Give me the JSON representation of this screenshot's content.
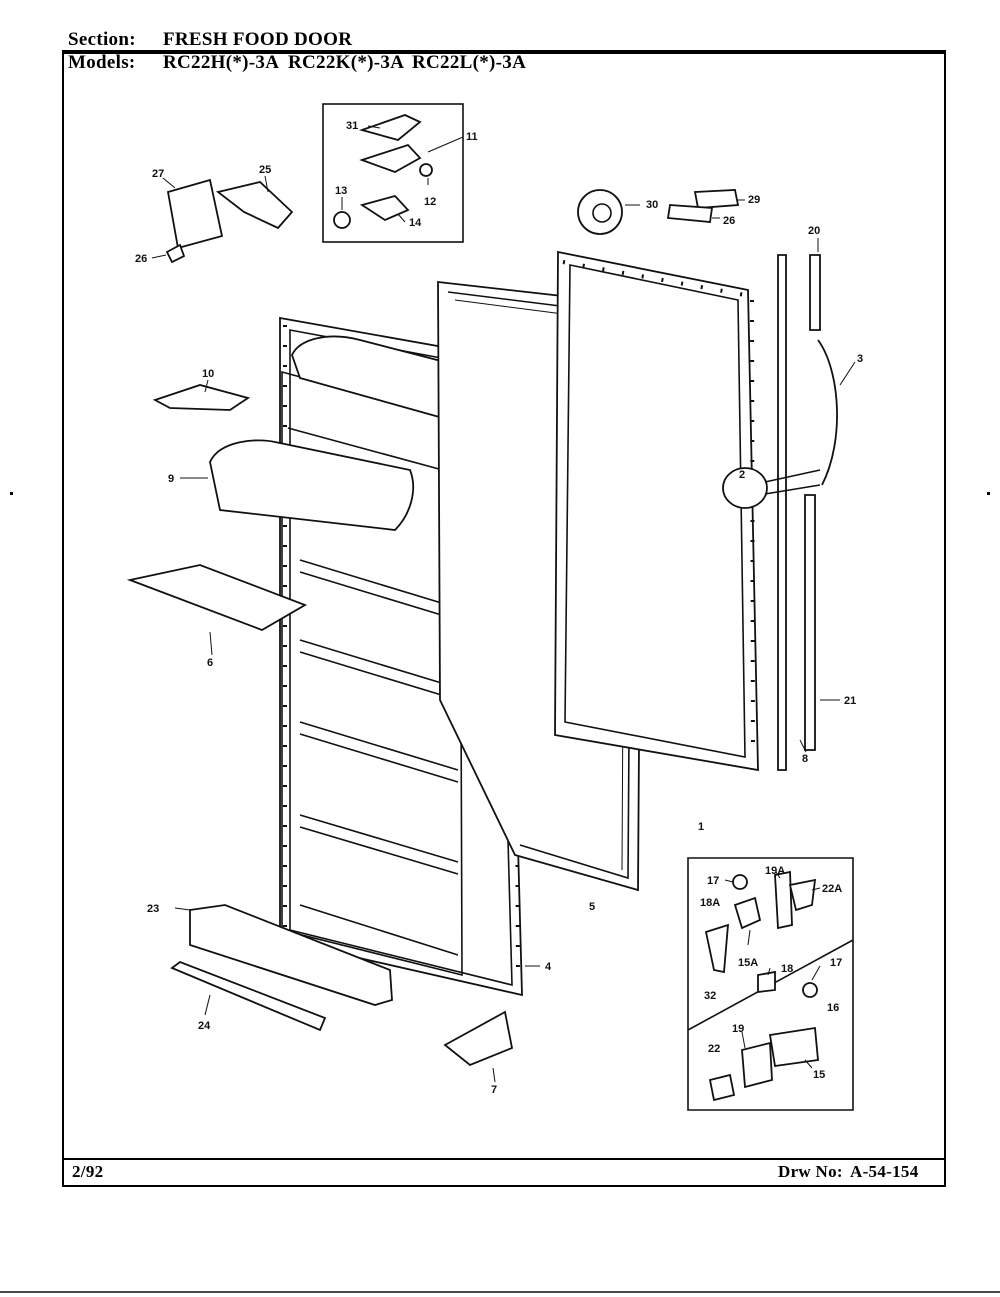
{
  "header": {
    "section_label": "Section:",
    "section_value": "FRESH FOOD DOOR",
    "models_label": "Models:",
    "models": [
      "RC22H(*)-3A",
      "RC22K(*)-3A",
      "RC22L(*)-3A"
    ]
  },
  "footer": {
    "date": "2/92",
    "drawing_label": "Drw No:",
    "drawing_number": "A-54-154"
  },
  "callouts": {
    "c31": "31",
    "c11": "11",
    "c13": "13",
    "c12": "12",
    "c14": "14",
    "c27": "27",
    "c25": "25",
    "c26a": "26",
    "c30": "30",
    "c29": "29",
    "c26b": "26",
    "c20": "20",
    "c3": "3",
    "c2": "2",
    "c10": "10",
    "c9": "9",
    "c6": "6",
    "c21": "21",
    "c8": "8",
    "c1": "1",
    "c5": "5",
    "c23": "23",
    "c4": "4",
    "c24": "24",
    "c7": "7",
    "c17a": "17",
    "c19a": "19A",
    "c18a": "18A",
    "c22a": "22A",
    "c15a": "15A",
    "c32": "32",
    "c18": "18",
    "c17b": "17",
    "c16": "16",
    "c19": "19",
    "c22": "22",
    "c15": "15"
  }
}
